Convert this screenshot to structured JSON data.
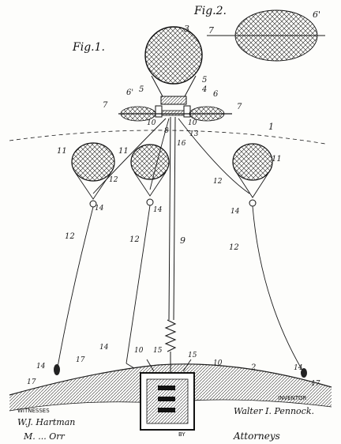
{
  "figures": {
    "fig1": "Fig.1.",
    "fig2": "Fig.2."
  },
  "labels": {
    "n3": "3",
    "n6p_fig2": "6'",
    "n7_fig2": "7",
    "n5": "5",
    "n5b": "5",
    "n4": "4",
    "n6": "6",
    "n6p": "6'",
    "n7l": "7",
    "n7r": "7",
    "n10a": "10",
    "n10b": "10",
    "n8": "8",
    "n13": "13",
    "n16": "16",
    "n1": "1",
    "n11a": "11",
    "n11b": "11",
    "n11c": "11",
    "n12a": "12",
    "n12b": "12",
    "n14a": "14",
    "n14b": "14",
    "n14c": "14",
    "n12c": "12",
    "n9": "9",
    "n12d": "12",
    "n12e": "12",
    "n14d": "14",
    "n10c": "10",
    "n15a": "15",
    "n15b": "15",
    "n10d": "10",
    "n2": "2",
    "n17a": "17",
    "n14e": "14",
    "n17b": "17",
    "n14f": "14",
    "n17c": "17"
  },
  "footer": {
    "witnesses": "WITNESSES",
    "witness1": "W.J. Hartman",
    "witness2": "M. ... Orr",
    "by": "BY",
    "inventor_label": "INVENTOR",
    "inventor": "Walter I. Pennock.",
    "attorney": "Attorneys"
  }
}
